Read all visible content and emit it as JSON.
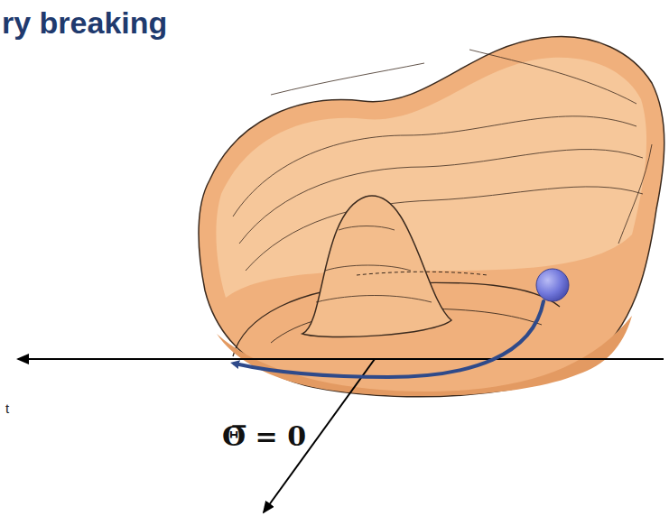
{
  "diagram": {
    "title": "ry breaking",
    "labels": [
      "t",
      "Θ̅ = 0"
    ]
  }
}
